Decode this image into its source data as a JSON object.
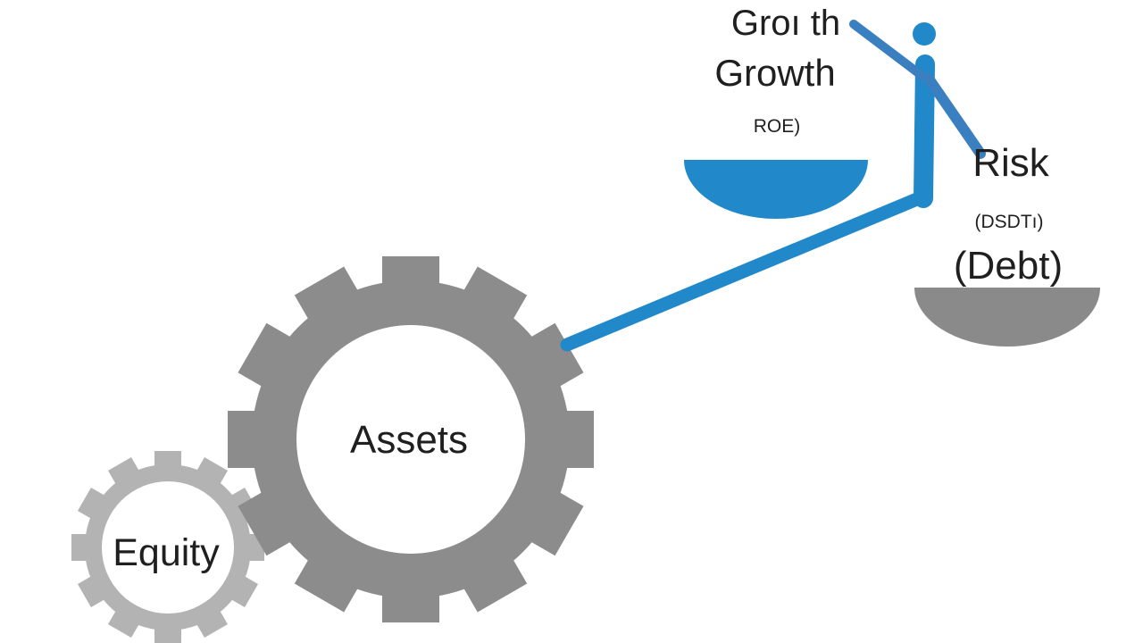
{
  "diagram": {
    "labels": {
      "growth_top": "Groı th",
      "growth": "Growth",
      "roe": "ROE)",
      "risk": "Risk",
      "debt_small": "(DSDTı)",
      "debt": "(Debt)",
      "assets": "Assets",
      "equity": "Equity"
    },
    "colors": {
      "accent_blue": "#2188c9",
      "gear_large": "#8c8c8c",
      "gear_small": "#b3b3b3",
      "debt_pan": "#8a8a8a",
      "text": "#1f1f1f"
    }
  }
}
